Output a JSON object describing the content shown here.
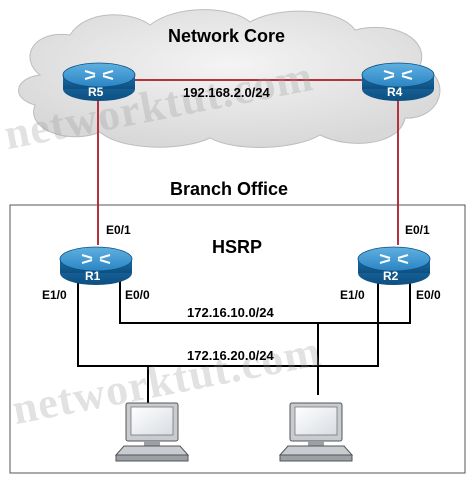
{
  "watermark": "networktut.com",
  "core": {
    "title": "Network Core",
    "subnet": "192.168.2.0/24"
  },
  "branch": {
    "title": "Branch Office",
    "protocol": "HSRP"
  },
  "routers": {
    "r5": "R5",
    "r4": "R4",
    "r1": "R1",
    "r2": "R2"
  },
  "interfaces": {
    "r1_e01": "E0/1",
    "r1_e10": "E1/0",
    "r1_e00": "E0/0",
    "r2_e01": "E0/1",
    "r2_e10": "E1/0",
    "r2_e00": "E0/0"
  },
  "lans": {
    "lan1": "172.16.10.0/24",
    "lan2": "172.16.20.0/24"
  },
  "colors": {
    "cloud": "#e6e6e6",
    "router": "#1e78b4",
    "link_core": "#b4323c",
    "lan": "#000000"
  }
}
